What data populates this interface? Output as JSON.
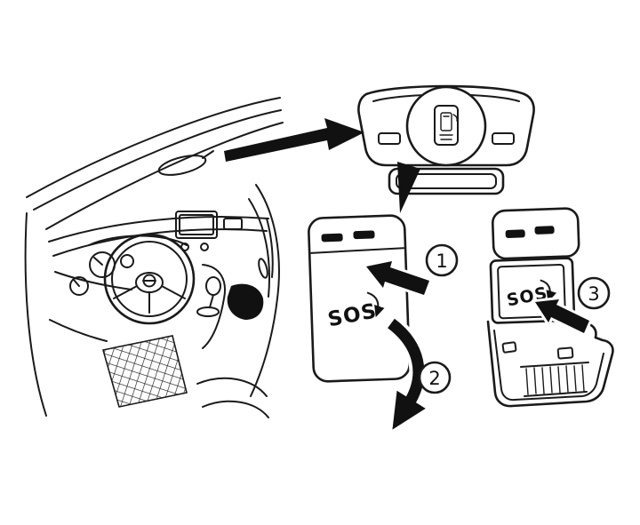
{
  "diagram": {
    "sos_labels": {
      "panel": "SOS",
      "plate": "SOS"
    },
    "steps": [
      "1",
      "2",
      "3"
    ],
    "icons": {
      "console_button": "sos-phone-icon",
      "rotate_arrows": "rotate-cw-icon"
    },
    "colors": {
      "line": "#1a1a1a",
      "arrow_fill": "#111111",
      "background": "#ffffff"
    }
  }
}
